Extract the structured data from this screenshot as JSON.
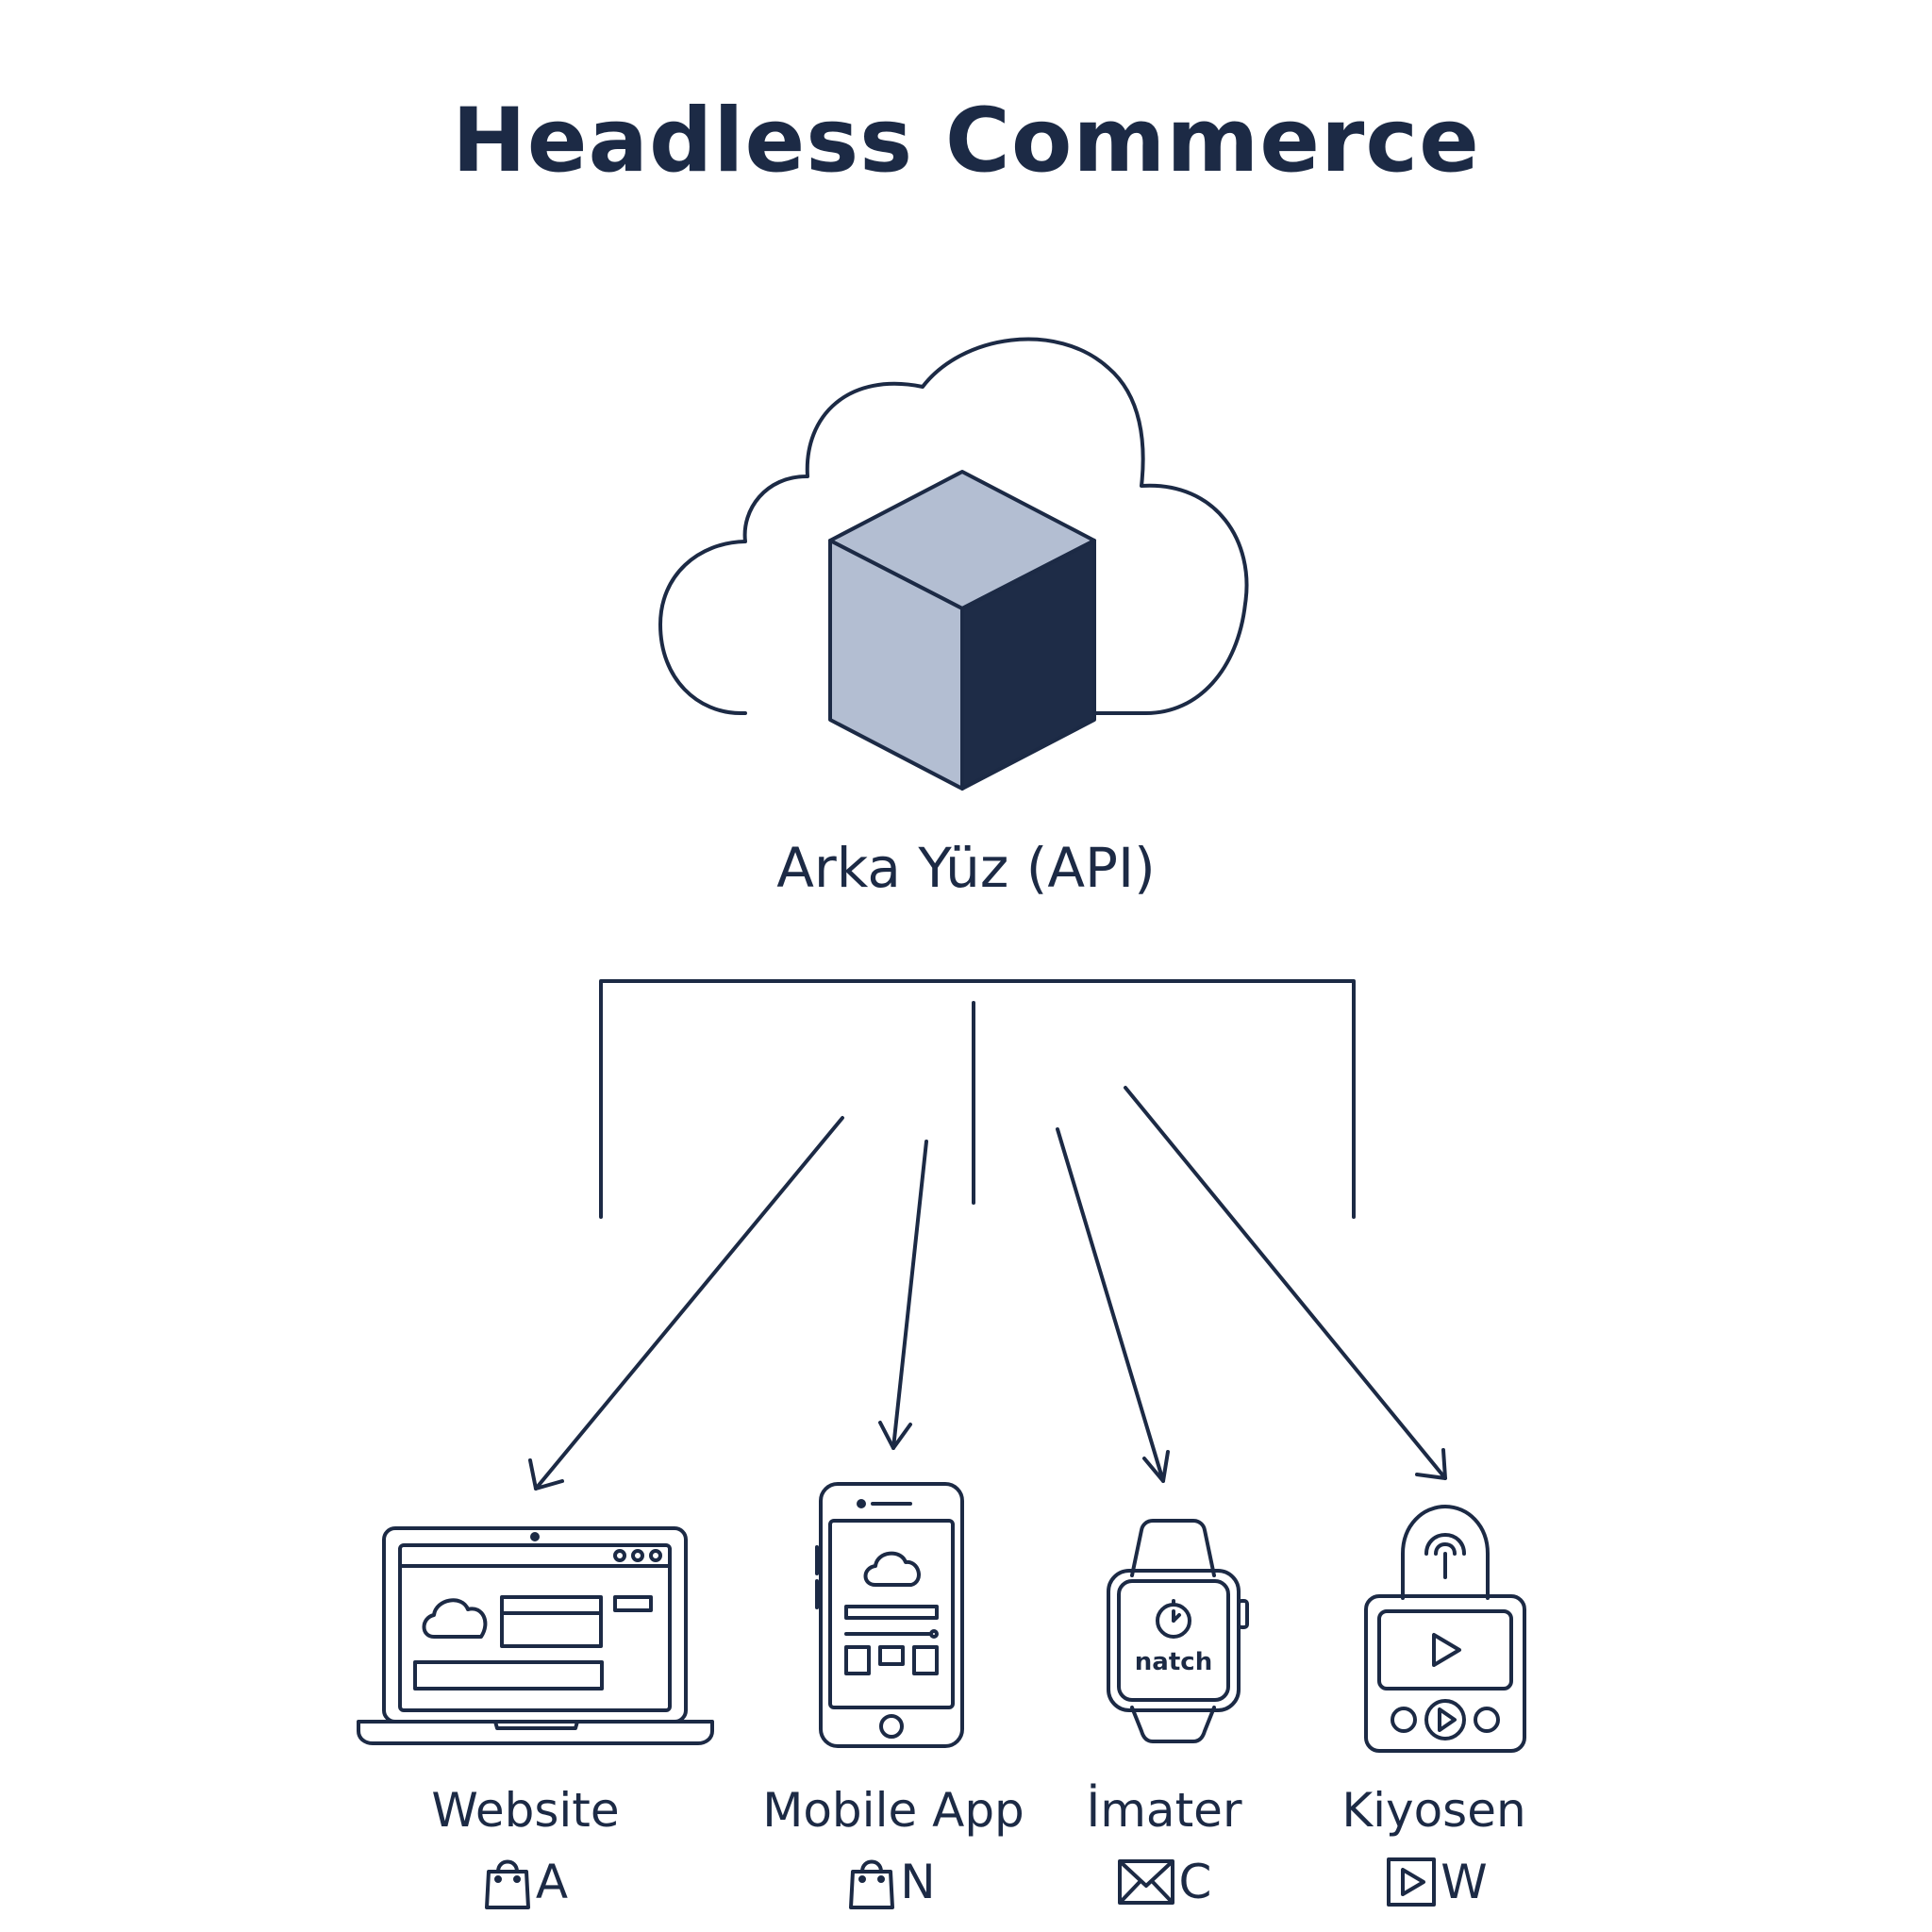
{
  "title": "Headless Commerce",
  "backend": {
    "label": "Arka Yüz (API)",
    "icon": "cloud-cube-icon"
  },
  "colors": {
    "ink": "#1c2a45",
    "cube_light": "#b3bed2",
    "cube_dark": "#1e2c47",
    "background": "#ffffff"
  },
  "channels": [
    {
      "label": "Website",
      "sub_icon": "shopping-bag-icon",
      "sub_text": "A",
      "device_icon": "laptop-icon"
    },
    {
      "label": "Mobile App",
      "sub_icon": "shopping-bag-icon",
      "sub_text": "N",
      "device_icon": "smartphone-icon"
    },
    {
      "label": "İmater",
      "sub_icon": "mail-icon",
      "sub_text": "C",
      "device_icon": "smartwatch-icon",
      "device_text": "natch"
    },
    {
      "label": "Kiyosen",
      "sub_icon": "play-box-icon",
      "sub_text": "W",
      "device_icon": "kiosk-icon"
    }
  ]
}
